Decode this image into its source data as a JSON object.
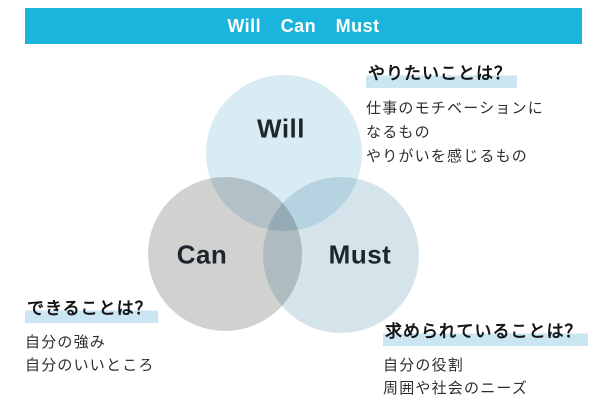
{
  "header": {
    "title": "Will Can Must"
  },
  "venn": {
    "type": "venn-diagram",
    "will": {
      "label": "Will"
    },
    "can": {
      "label": "Can"
    },
    "must": {
      "label": "Must"
    }
  },
  "notes": {
    "will": {
      "heading": "やりたいことは？",
      "lines": [
        "仕事のモチベーションに",
        "なるもの",
        "やりがいを感じるもの"
      ]
    },
    "can": {
      "heading": "できることは？",
      "lines": [
        "自分の強み",
        "自分のいいところ"
      ]
    },
    "must": {
      "heading": "求められていることは？",
      "lines": [
        "自分の役割",
        "周囲や社会のニーズ"
      ]
    }
  },
  "colors": {
    "header-bg": "#1ab4dc",
    "header-text": "#ffffff",
    "highlight": "#c9e6f2",
    "circle-will": "#d9ecf4",
    "circle-can": "#d1d1d0",
    "circle-must": "#d5e4ea",
    "label-text": "#1d262c",
    "heading-text": "#141414",
    "body-text": "#2e2e2e"
  }
}
